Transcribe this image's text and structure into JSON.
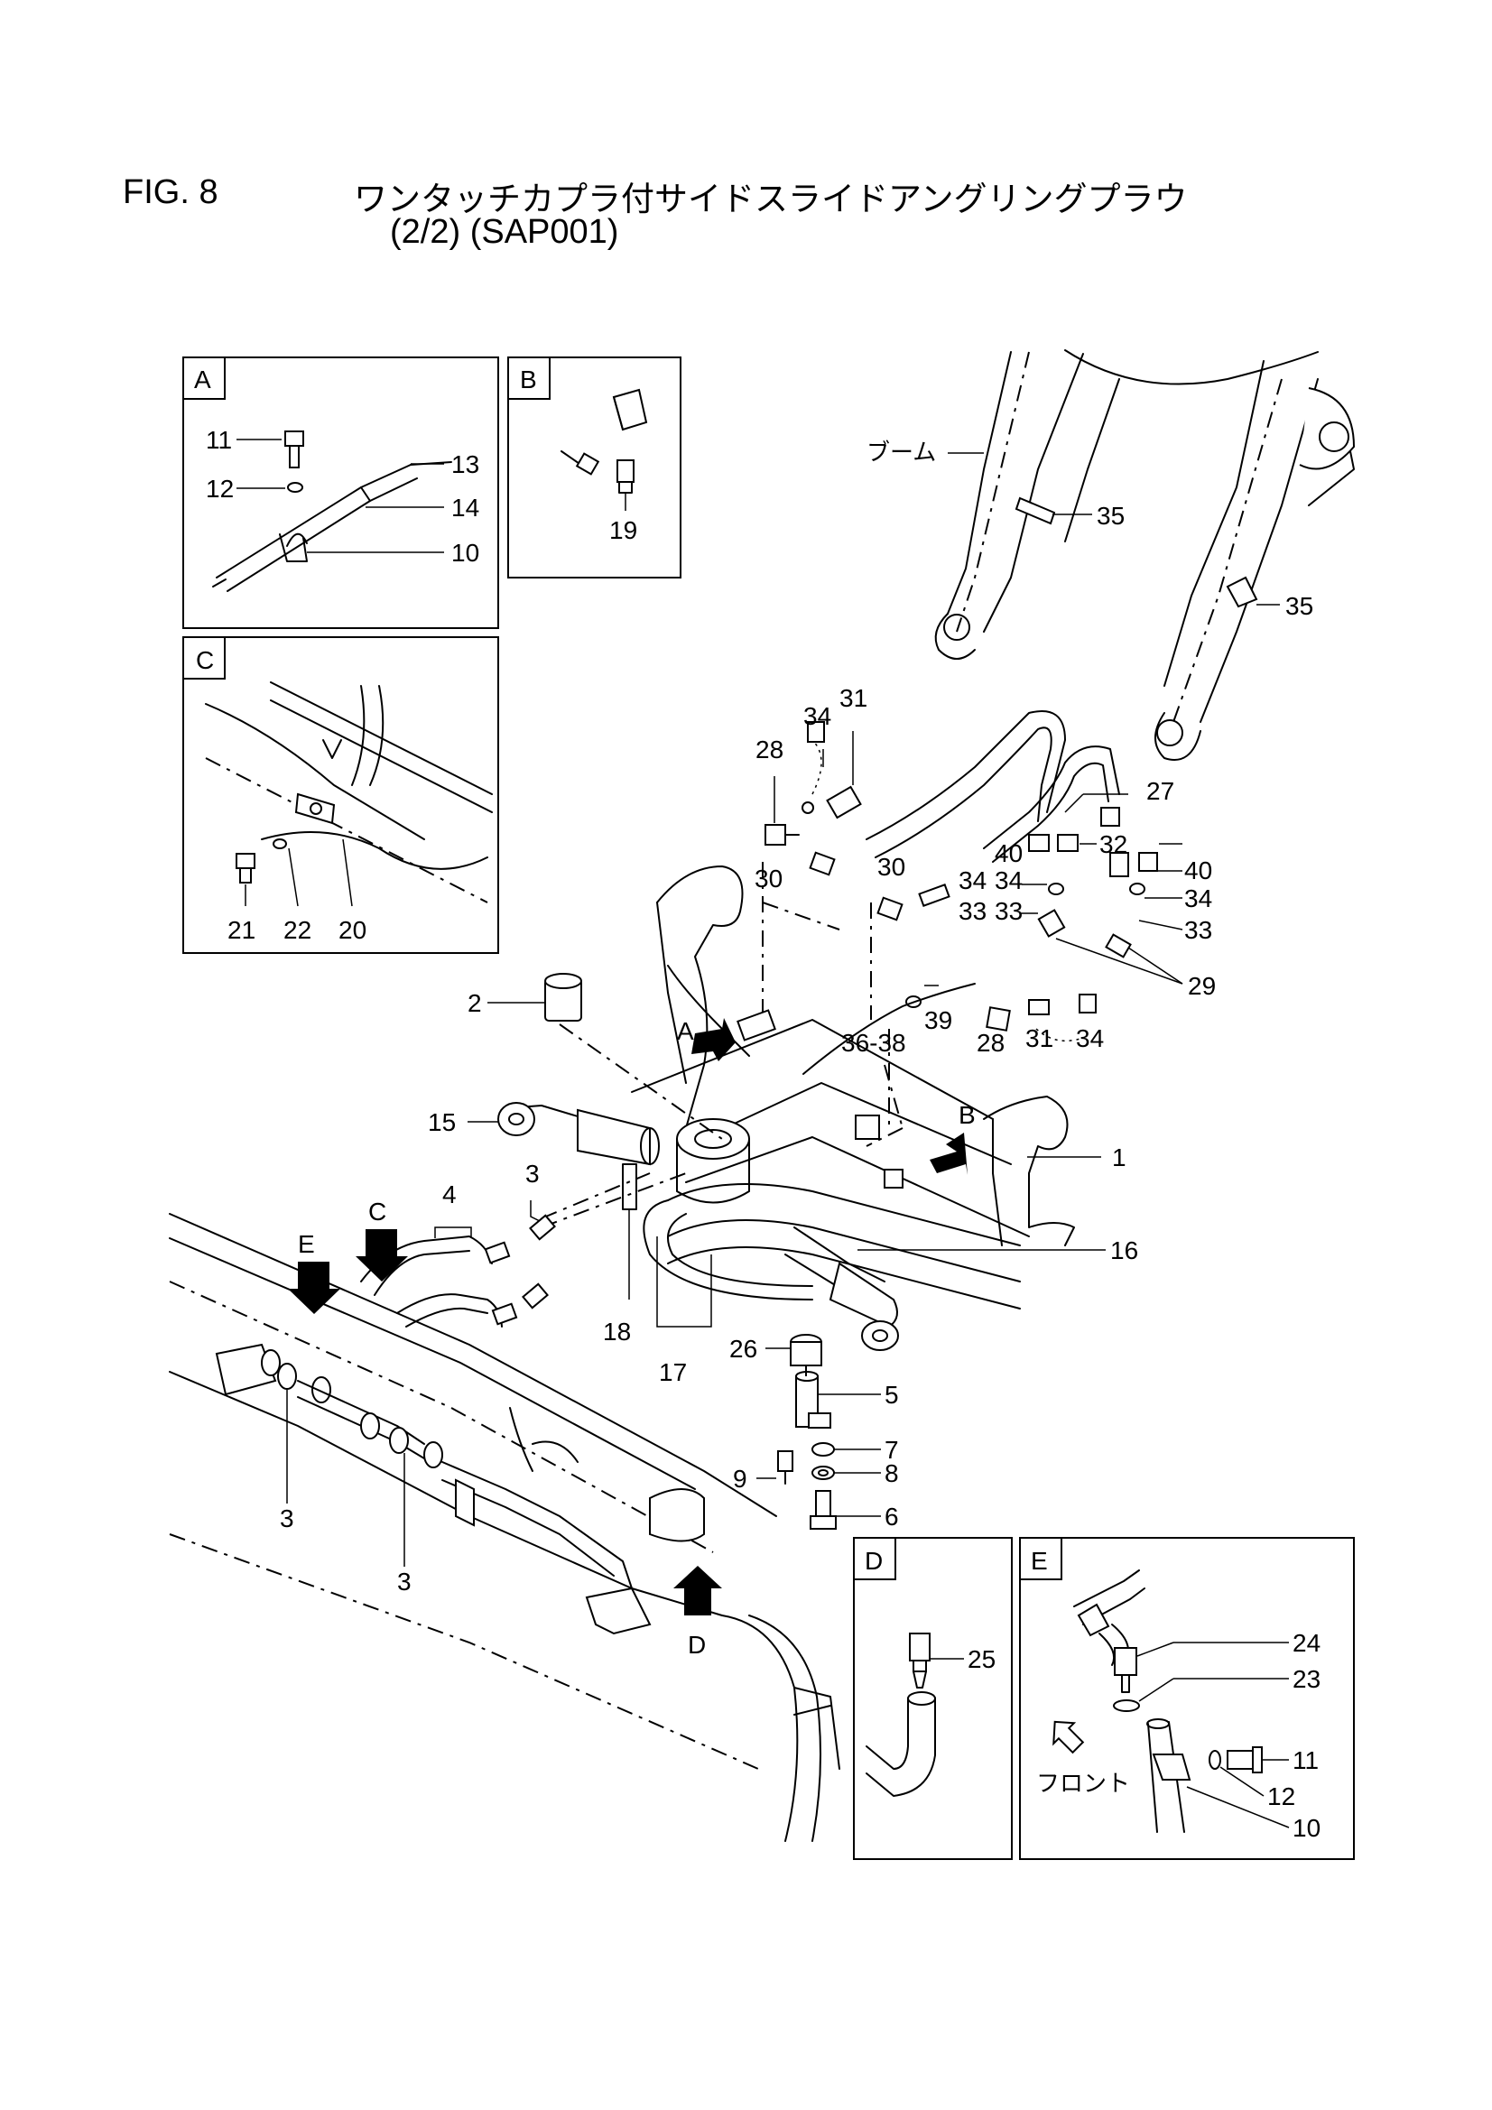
{
  "header": {
    "fig_label": "FIG. 8",
    "title": "ワンタッチカプラ付サイドスライドアングリングプラウ",
    "subtitle": "(2/2) (SAP001)"
  },
  "insets": {
    "A": {
      "tag": "A",
      "callouts": [
        "11",
        "12",
        "13",
        "14",
        "10"
      ]
    },
    "B": {
      "tag": "B",
      "callouts": [
        "19"
      ]
    },
    "C": {
      "tag": "C",
      "callouts": [
        "21",
        "22",
        "20"
      ]
    },
    "D": {
      "tag": "D",
      "callouts": [
        "25"
      ]
    },
    "E": {
      "tag": "E",
      "callouts": [
        "24",
        "23",
        "11",
        "12",
        "10"
      ],
      "front_label": "フロント"
    }
  },
  "boom_label": "ブーム",
  "view_arrows": [
    "A",
    "B",
    "C",
    "D",
    "E"
  ],
  "callouts": [
    "35",
    "35",
    "31",
    "34",
    "28",
    "27",
    "32",
    "40",
    "34",
    "33",
    "40",
    "34",
    "33",
    "29",
    "30",
    "30",
    "34",
    "33",
    "39",
    "36-38",
    "28",
    "31",
    "34",
    "2",
    "1",
    "15",
    "3",
    "4",
    "16",
    "18",
    "17",
    "26",
    "5",
    "7",
    "8",
    "9",
    "6",
    "3",
    "3"
  ]
}
